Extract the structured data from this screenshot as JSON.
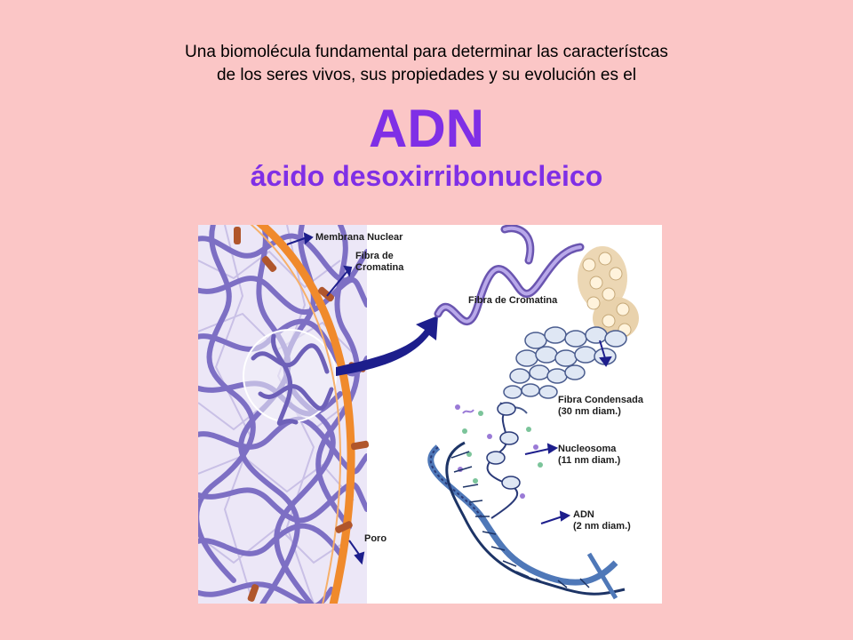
{
  "intro": {
    "line1": "Una biomolécula fundamental para determinar las característcas",
    "line2": "de los seres vivos, sus propiedades  y su evolución es el"
  },
  "title": "ADN",
  "subtitle": "ácido desoxirribonucleico",
  "figure": {
    "labels": {
      "membrana": "Membrana Nuclear",
      "fibra_a1": "Fibra de",
      "fibra_a2": "Cromatina",
      "fibra_b": "Fibra de Cromatina",
      "condensada1": "Fibra Condensada",
      "condensada2": "(30 nm diam.)",
      "nucleosoma1": "Nucleosoma",
      "nucleosoma2": "(11 nm diam.)",
      "adn1": "ADN",
      "adn2": "(2 nm diam.)",
      "poro": "Poro"
    },
    "colors": {
      "membrane": "#f08a2c",
      "chromatin": "#7d6fc4",
      "pore": "#b0562c",
      "arrow": "#1d1e8c"
    }
  }
}
